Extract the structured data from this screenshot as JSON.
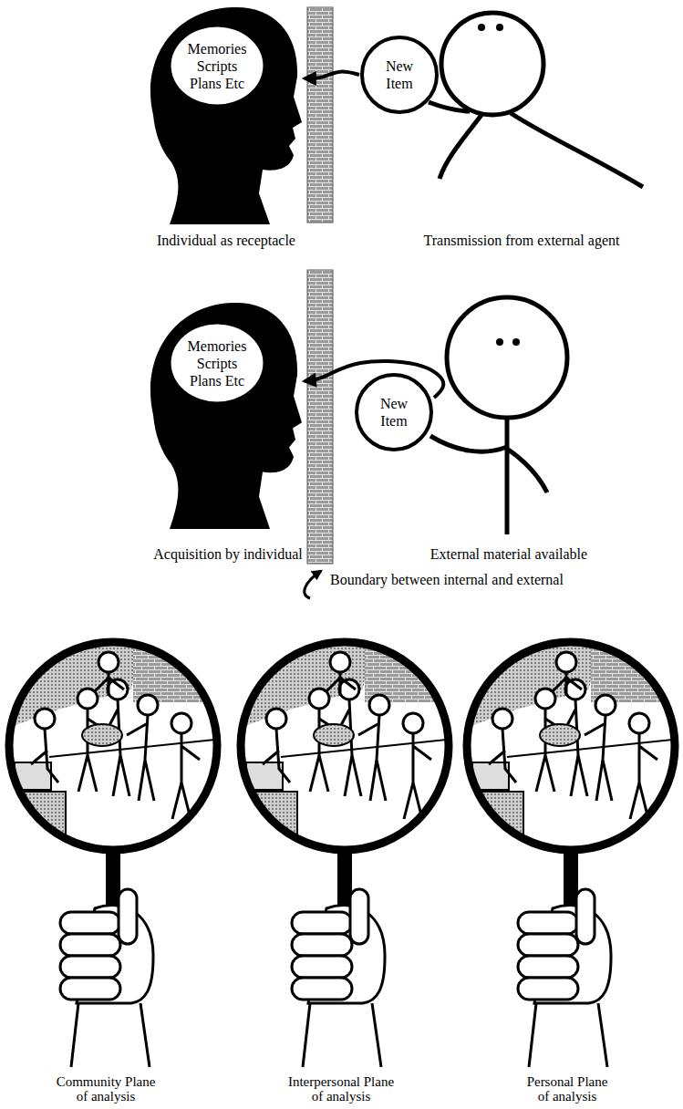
{
  "diagram": {
    "nodes": [
      {
        "text": [
          "Memories Scripts Plans Etc"
        ]
      },
      {
        "text": [
          "New Item"
        ]
      },
      {
        "text": [
          "Memories Scripts Plans Etc"
        ]
      },
      {
        "text": [
          "New Item"
        ]
      }
    ],
    "edges": [
      {
        "from": 1,
        "to": 0,
        "arrow": "to"
      },
      {
        "from": 3,
        "to": 2,
        "arrow": "to"
      }
    ],
    "labels": [
      "Individual as receptacle",
      "Transmission from external agent",
      "Acquisition by individual",
      "External material available",
      "Boundary between internal and external",
      "Community Plane of analysis",
      "Interpersonal Plane of analysis",
      "Personal Plane of analysis"
    ]
  }
}
